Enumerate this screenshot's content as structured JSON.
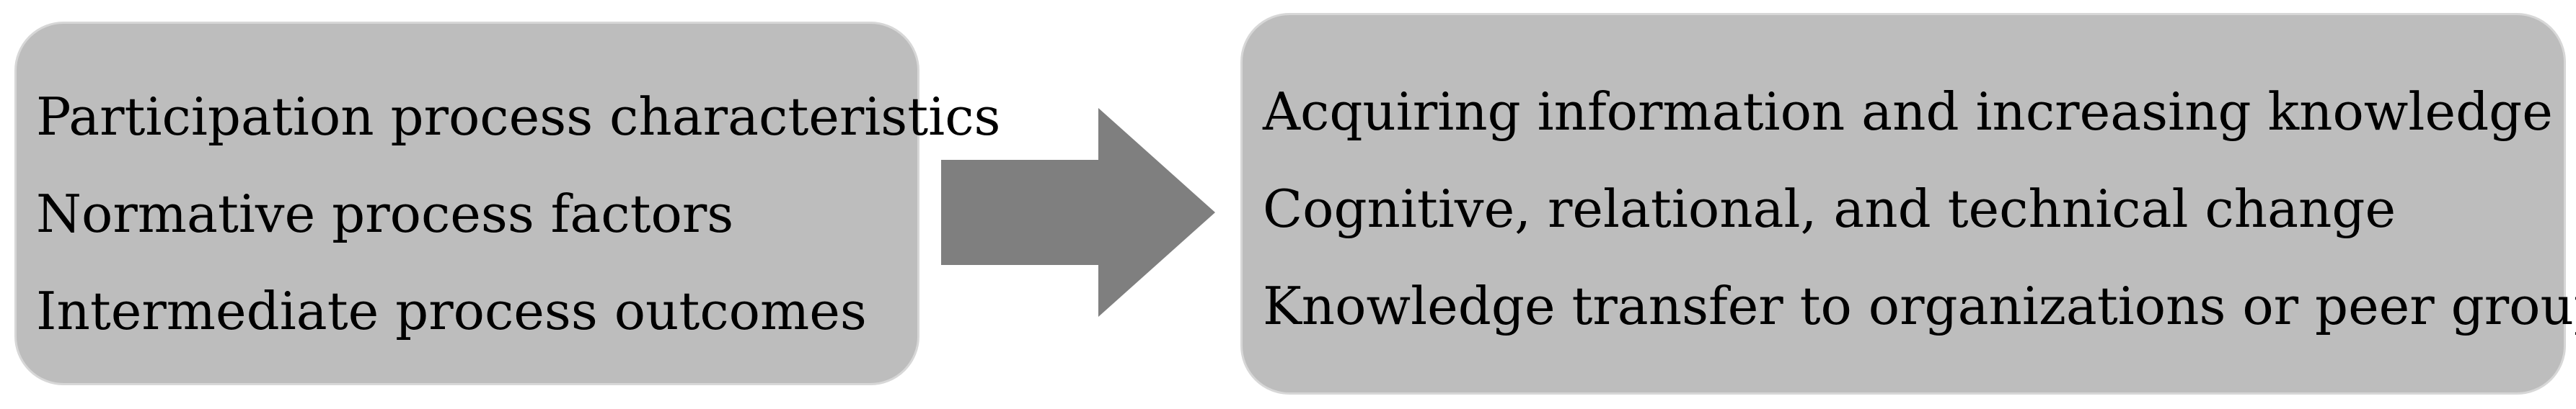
{
  "left_box": {
    "items": [
      "Participation process characteristics",
      "Normative process factors",
      "Intermediate process outcomes"
    ]
  },
  "right_box": {
    "items": [
      "Acquiring information and increasing knowledge",
      "Cognitive, relational, and technical change",
      "Knowledge transfer to organizations or peer groups"
    ]
  },
  "colors": {
    "box_fill": "#bdbdbd",
    "box_border": "#d7d7d7",
    "arrow_fill": "#7f7f7f",
    "text": "#000000"
  }
}
